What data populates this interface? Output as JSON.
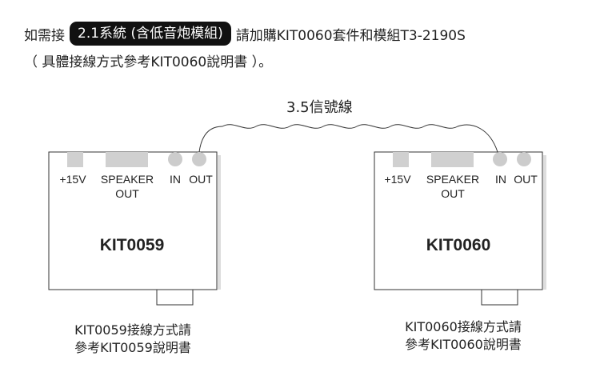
{
  "intro": {
    "prefix": "如需接",
    "highlight": "2.1系統 (含低音炮模組)",
    "suffix": "請加購KIT0060套件和模組T3-2190S",
    "line2": "（ 具體接線方式參考KIT0060說明書 ）。"
  },
  "cable": {
    "label": "3.5信號線"
  },
  "boards": [
    {
      "name": "KIT0059",
      "ports": {
        "power": "+15V",
        "speaker_line1": "SPEAKER",
        "speaker_line2": "OUT",
        "in": "IN",
        "out": "OUT"
      },
      "caption_line1": "KIT0059接線方式請",
      "caption_line2": "參考KIT0059說明書"
    },
    {
      "name": "KIT0060",
      "ports": {
        "power": "+15V",
        "speaker_line1": "SPEAKER",
        "speaker_line2": "OUT",
        "in": "IN",
        "out": "OUT"
      },
      "caption_line1": "KIT0060接線方式請",
      "caption_line2": "參考KIT0060說明書"
    }
  ],
  "colors": {
    "highlight_bg": "#111111",
    "connector": "#cccccc",
    "outline": "#333333"
  }
}
